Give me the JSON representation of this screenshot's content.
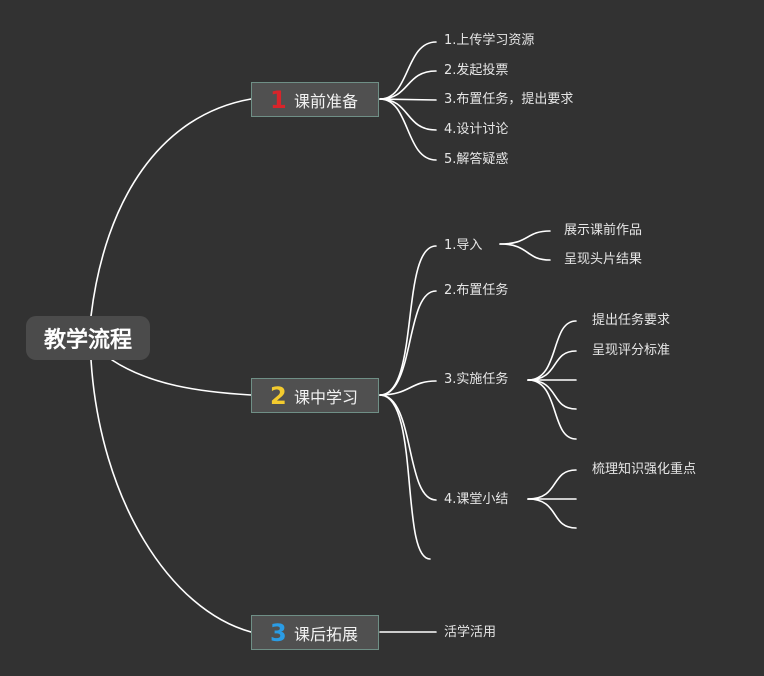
{
  "root": {
    "label": "教学流程"
  },
  "colors": {
    "background": "#323232",
    "branch1_number": "#d8242a",
    "branch2_number": "#f3cb2e",
    "branch3_number": "#2a9ce5",
    "line": "#ffffff"
  },
  "branches": [
    {
      "number": "1",
      "label": "课前准备",
      "items": [
        "1.上传学习资源",
        "2.发起投票",
        "3.布置任务，提出要求",
        "4.设计讨论",
        "5.解答疑惑"
      ]
    },
    {
      "number": "2",
      "label": "课中学习",
      "items": [
        {
          "label": "1.导入",
          "children": [
            "展示课前作品",
            "呈现头片结果"
          ]
        },
        {
          "label": "2.布置任务",
          "children": []
        },
        {
          "label": "3.实施任务",
          "children": [
            "提出任务要求",
            "呈现评分标准",
            "",
            "",
            ""
          ]
        },
        {
          "label": "4.课堂小结",
          "children": [
            "梳理知识强化重点",
            "",
            ""
          ]
        },
        {
          "label": "",
          "children": []
        }
      ]
    },
    {
      "number": "3",
      "label": "课后拓展",
      "items": [
        "活学活用"
      ]
    }
  ]
}
